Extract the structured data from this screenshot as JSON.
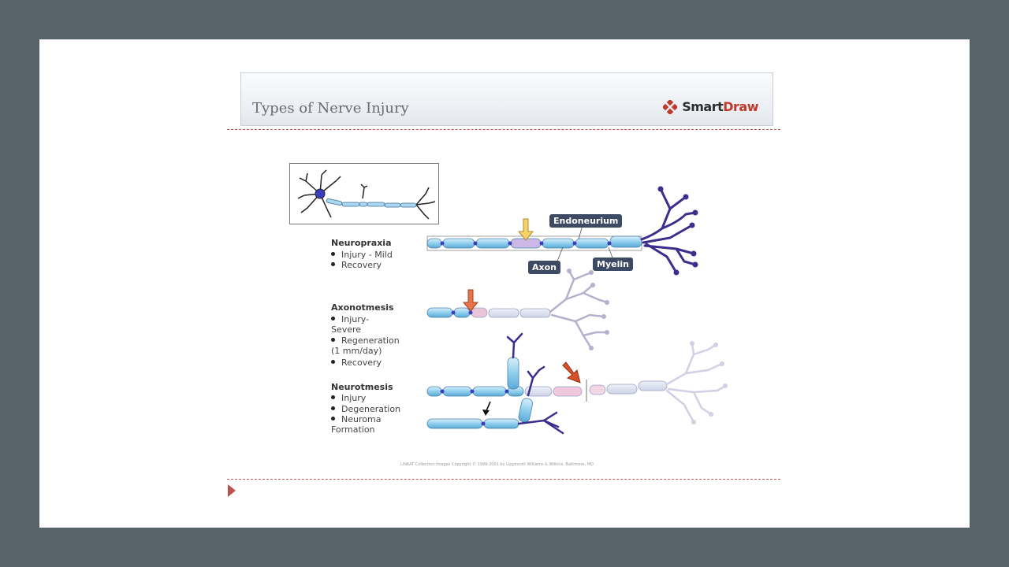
{
  "header": {
    "title": "Types of Nerve Injury"
  },
  "logo": {
    "word_1": "Smart",
    "word_2": "Draw",
    "accent_color": "#c0392b"
  },
  "labels": {
    "endoneurium": "Endoneurium",
    "axon": "Axon",
    "myelin": "Myelin"
  },
  "sections": [
    {
      "title": "Neuropraxia",
      "items": [
        "Injury - Mild",
        "Recovery"
      ]
    },
    {
      "title": "Axonotmesis",
      "items": [
        "Injury-\nSevere",
        "Regeneration\n(1 mm/day)",
        "Recovery"
      ]
    },
    {
      "title": "Neurotmesis",
      "items": [
        "Injury",
        "Degeneration",
        "Neuroma\nFormation"
      ]
    }
  ],
  "credit": "LiNKAT Collection Images Copyright © 1999-2001 by Lippincott Williams & Wilkins, Baltimore, MD",
  "colors": {
    "myelin": "#a9d8f0",
    "axon_line": "#3a8fd0",
    "dendrite": "#3b2e8c",
    "injury_arrow_yellow": "#f5d36a",
    "injury_arrow_orange": "#e8734a",
    "accent_line": "#c0504d"
  }
}
